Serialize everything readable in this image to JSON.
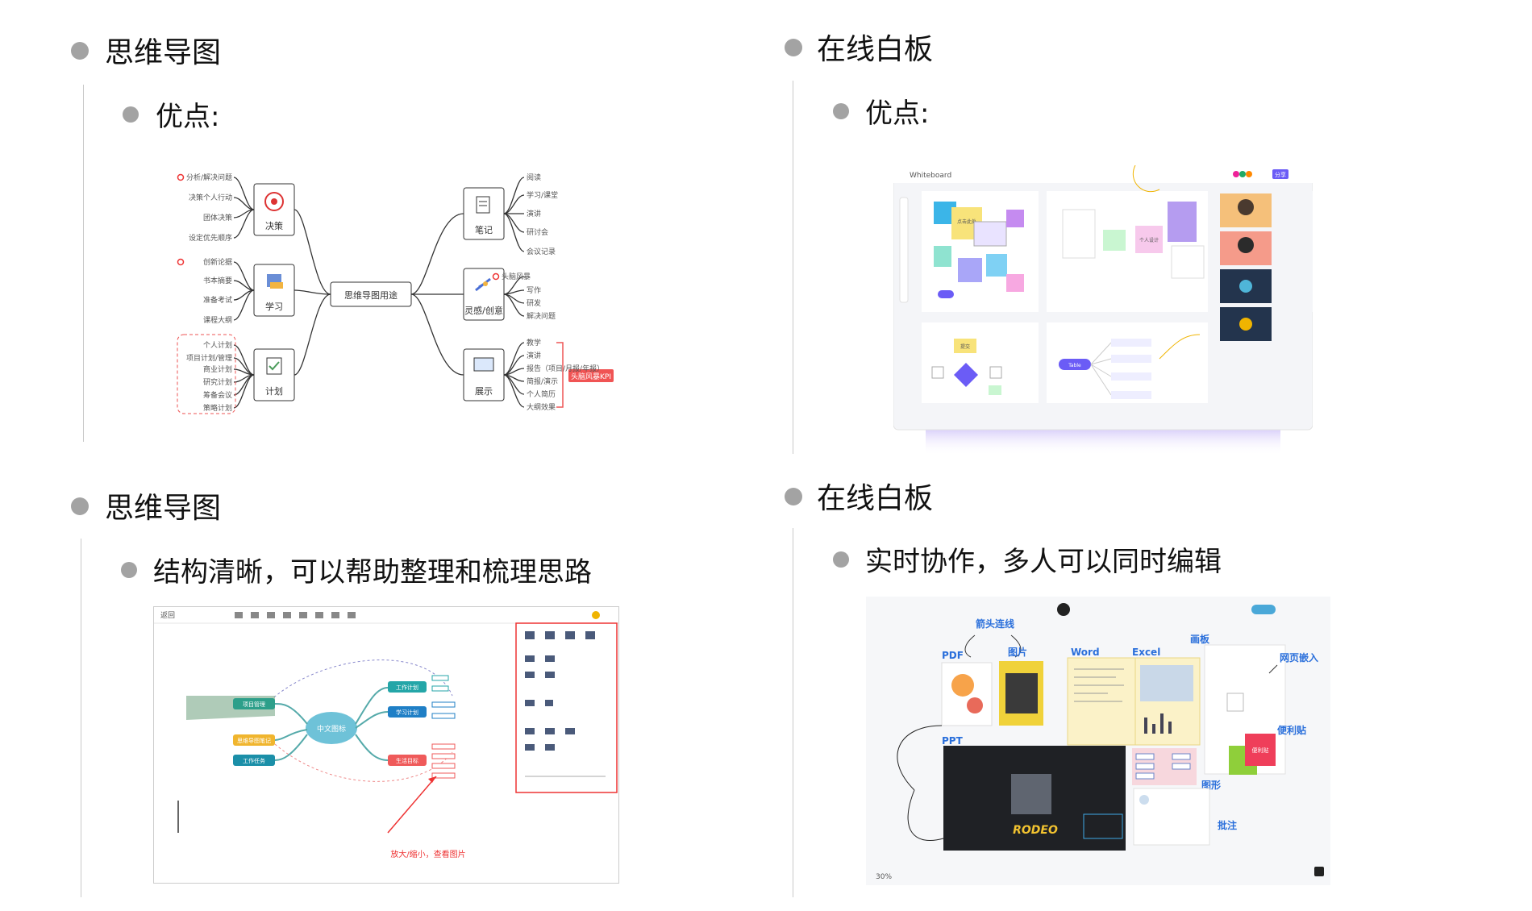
{
  "sections": {
    "top_left": {
      "title": "思维导图",
      "sub": "优点:"
    },
    "top_right": {
      "title": "在线白板",
      "sub": "优点:"
    },
    "bottom_left": {
      "title": "思维导图",
      "sub": "结构清晰，可以帮助整理和梳理思路"
    },
    "bottom_right": {
      "title": "在线白板",
      "sub": "实时协作，多人可以同时编辑"
    }
  },
  "mindmap1": {
    "center": "思维导图用途",
    "branches": {
      "decision": {
        "label": "决策",
        "items": [
          "分析/解决问题",
          "决策个人行动",
          "团体决策",
          "设定优先顺序"
        ]
      },
      "study": {
        "label": "学习",
        "items": [
          "创新论据",
          "书本摘要",
          "准备考试",
          "课程大纲"
        ]
      },
      "plan": {
        "label": "计划",
        "items": [
          "个人计划",
          "项目计划/管理",
          "商业计划",
          "研究计划",
          "筹备会议",
          "策略计划"
        ]
      },
      "notes": {
        "label": "笔记",
        "items": [
          "阅读",
          "学习/课堂",
          "演讲",
          "研讨会",
          "会议记录"
        ]
      },
      "inspiration": {
        "label": "灵感/创意",
        "items": [
          "头脑风暴",
          "写作",
          "研发",
          "解决问题"
        ]
      },
      "show": {
        "label": "展示",
        "items": [
          "教学",
          "演讲",
          "报告（项目/月报/年报）",
          "简报/演示",
          "个人简历",
          "大纲效果"
        ]
      },
      "tag": "头脑风暴KPI"
    }
  },
  "whiteboard1": {
    "toolbar_title": "Whiteboard",
    "share_label": "分享",
    "frame_texts": [
      "点击此处",
      "个人设计",
      "提交",
      "Table"
    ]
  },
  "mindmap2": {
    "toolbar_back": "返回",
    "center": "中文图标",
    "nodes_right": [
      "工作计划",
      "学习计划",
      "生活目标"
    ],
    "nodes_left": [
      "项目管理",
      "思维导图笔记",
      "工作任务"
    ],
    "note": "放大/缩小，查看图片"
  },
  "whiteboard2": {
    "labels": {
      "arrow": "箭头连线",
      "pdf": "PDF",
      "image": "图片",
      "word": "Word",
      "excel": "Excel",
      "canvas": "画板",
      "web": "网页嵌入",
      "ppt": "PPT",
      "sticky": "便利贴",
      "shape": "图形",
      "comment": "批注"
    },
    "sticky_text": "便利贴",
    "zoom": "30%"
  }
}
